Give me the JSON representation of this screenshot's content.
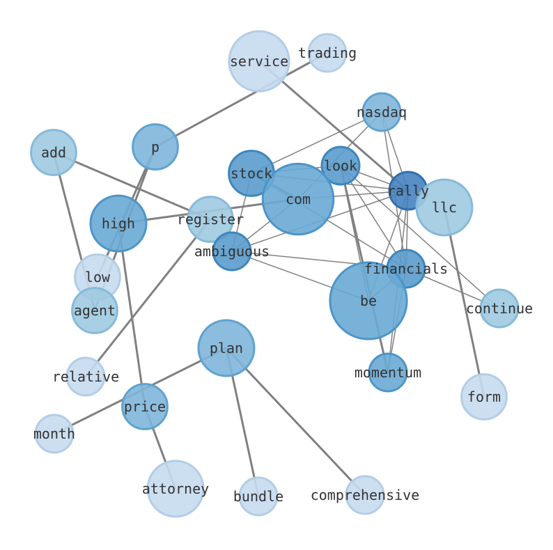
{
  "graph": {
    "colors": {
      "edge": "#808080",
      "label": "#333333",
      "background": "#ffffff"
    },
    "nodes": [
      {
        "id": "service",
        "label": "service",
        "size": 5,
        "shade": 0
      },
      {
        "id": "trading",
        "label": "trading",
        "size": 1,
        "shade": 0
      },
      {
        "id": "nasdaq",
        "label": "nasdaq",
        "size": 1,
        "shade": 2
      },
      {
        "id": "add",
        "label": "add",
        "size": 2,
        "shade": 1
      },
      {
        "id": "p",
        "label": "p",
        "size": 2,
        "shade": 2
      },
      {
        "id": "stock",
        "label": "stock",
        "size": 2,
        "shade": 4
      },
      {
        "id": "look",
        "label": "look",
        "size": 1,
        "shade": 4
      },
      {
        "id": "rally",
        "label": "rally",
        "size": 1,
        "shade": 5
      },
      {
        "id": "com",
        "label": "com",
        "size": 8,
        "shade": 3
      },
      {
        "id": "llc",
        "label": "llc",
        "size": 4,
        "shade": 1
      },
      {
        "id": "high",
        "label": "high",
        "size": 4,
        "shade": 3
      },
      {
        "id": "register",
        "label": "register",
        "size": 2,
        "shade": 1
      },
      {
        "id": "ambiguous",
        "label": "ambiguous",
        "size": 1,
        "shade": 4
      },
      {
        "id": "financials",
        "label": "financials",
        "size": 1,
        "shade": 4
      },
      {
        "id": "low",
        "label": "low",
        "size": 2,
        "shade": 0
      },
      {
        "id": "be",
        "label": "be",
        "size": 10,
        "shade": 3
      },
      {
        "id": "agent",
        "label": "agent",
        "size": 2,
        "shade": 1
      },
      {
        "id": "continue",
        "label": "continue",
        "size": 1,
        "shade": 1
      },
      {
        "id": "plan",
        "label": "plan",
        "size": 4,
        "shade": 2
      },
      {
        "id": "relative",
        "label": "relative",
        "size": 1,
        "shade": 0
      },
      {
        "id": "momentum",
        "label": "momentum",
        "size": 1,
        "shade": 3
      },
      {
        "id": "form",
        "label": "form",
        "size": 2,
        "shade": 0
      },
      {
        "id": "price",
        "label": "price",
        "size": 2,
        "shade": 2
      },
      {
        "id": "month",
        "label": "month",
        "size": 1,
        "shade": 0
      },
      {
        "id": "attorney",
        "label": "attorney",
        "size": 4,
        "shade": 0
      },
      {
        "id": "bundle",
        "label": "bundle",
        "size": 1,
        "shade": 0
      },
      {
        "id": "comprehensive",
        "label": "comprehensive",
        "size": 1,
        "shade": 0
      }
    ],
    "edges": [
      {
        "source": "service",
        "target": "rally",
        "weight": 3
      },
      {
        "source": "trading",
        "target": "p",
        "weight": 3
      },
      {
        "source": "p",
        "target": "low",
        "weight": 3
      },
      {
        "source": "p",
        "target": "agent",
        "weight": 3
      },
      {
        "source": "add",
        "target": "register",
        "weight": 3
      },
      {
        "source": "add",
        "target": "agent",
        "weight": 3
      },
      {
        "source": "high",
        "target": "com",
        "weight": 3
      },
      {
        "source": "high",
        "target": "price",
        "weight": 3
      },
      {
        "source": "register",
        "target": "relative",
        "weight": 3
      },
      {
        "source": "llc",
        "target": "form",
        "weight": 3
      },
      {
        "source": "plan",
        "target": "month",
        "weight": 3
      },
      {
        "source": "plan",
        "target": "bundle",
        "weight": 3
      },
      {
        "source": "plan",
        "target": "comprehensive",
        "weight": 3
      },
      {
        "source": "price",
        "target": "attorney",
        "weight": 3
      },
      {
        "source": "look",
        "target": "momentum",
        "weight": 3
      },
      {
        "source": "stock",
        "target": "com",
        "weight": 3
      },
      {
        "source": "nasdaq",
        "target": "stock",
        "weight": 1.5
      },
      {
        "source": "nasdaq",
        "target": "com",
        "weight": 1.5
      },
      {
        "source": "nasdaq",
        "target": "rally",
        "weight": 1.5
      },
      {
        "source": "nasdaq",
        "target": "financials",
        "weight": 1.5
      },
      {
        "source": "stock",
        "target": "look",
        "weight": 1.5
      },
      {
        "source": "stock",
        "target": "rally",
        "weight": 1.5
      },
      {
        "source": "stock",
        "target": "ambiguous",
        "weight": 1.5
      },
      {
        "source": "stock",
        "target": "financials",
        "weight": 1.5
      },
      {
        "source": "look",
        "target": "rally",
        "weight": 1.5
      },
      {
        "source": "look",
        "target": "financials",
        "weight": 1.5
      },
      {
        "source": "look",
        "target": "be",
        "weight": 1.5
      },
      {
        "source": "look",
        "target": "continue",
        "weight": 1.5
      },
      {
        "source": "com",
        "target": "rally",
        "weight": 1.5
      },
      {
        "source": "com",
        "target": "ambiguous",
        "weight": 1.5
      },
      {
        "source": "rally",
        "target": "be",
        "weight": 1.5
      },
      {
        "source": "rally",
        "target": "momentum",
        "weight": 1.5
      },
      {
        "source": "rally",
        "target": "financials",
        "weight": 1.5
      },
      {
        "source": "rally",
        "target": "ambiguous",
        "weight": 1.5
      },
      {
        "source": "ambiguous",
        "target": "be",
        "weight": 1.5
      },
      {
        "source": "ambiguous",
        "target": "financials",
        "weight": 1.5
      },
      {
        "source": "financials",
        "target": "be",
        "weight": 1.5
      },
      {
        "source": "financials",
        "target": "momentum",
        "weight": 1.5
      },
      {
        "source": "financials",
        "target": "continue",
        "weight": 1.5
      }
    ]
  }
}
